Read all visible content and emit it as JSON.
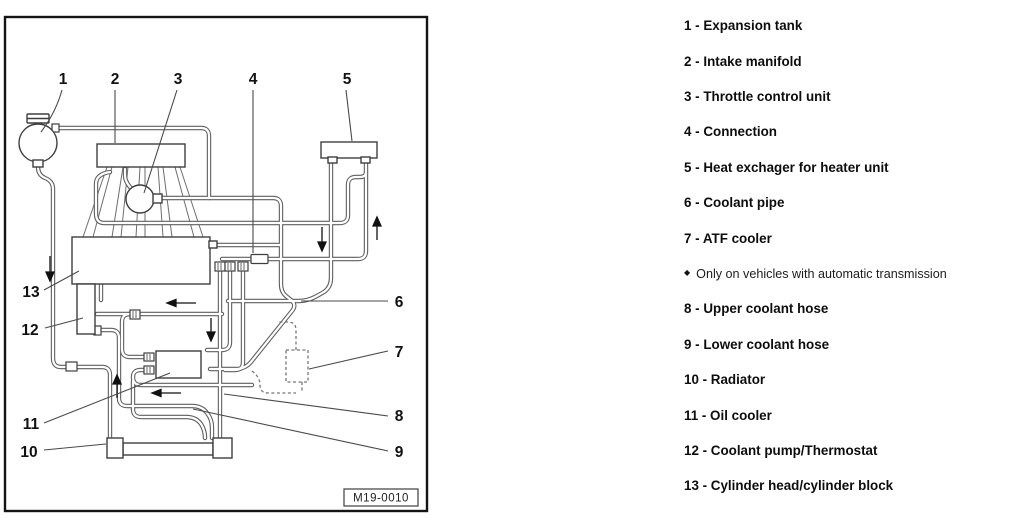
{
  "diagram": {
    "callouts": [
      "1",
      "2",
      "3",
      "4",
      "5",
      "6",
      "7",
      "8",
      "9",
      "10",
      "11",
      "12",
      "13"
    ],
    "figure_code": "M19-0010"
  },
  "legend": {
    "items": [
      "1 - Expansion tank",
      "2 - Intake manifold",
      "3 - Throttle control unit",
      "4 - Connection",
      "5 - Heat exchager for heater unit",
      "6 - Coolant pipe",
      "7 - ATF cooler",
      "8 - Upper coolant hose",
      "9 - Lower coolant hose",
      "10 - Radiator",
      "11 - Oil cooler",
      "12 - Coolant pump/Thermostat",
      "13 - Cylinder head/cylinder block"
    ],
    "note": {
      "bullet": "◆",
      "text": "Only on vehicles with automatic transmission"
    }
  }
}
